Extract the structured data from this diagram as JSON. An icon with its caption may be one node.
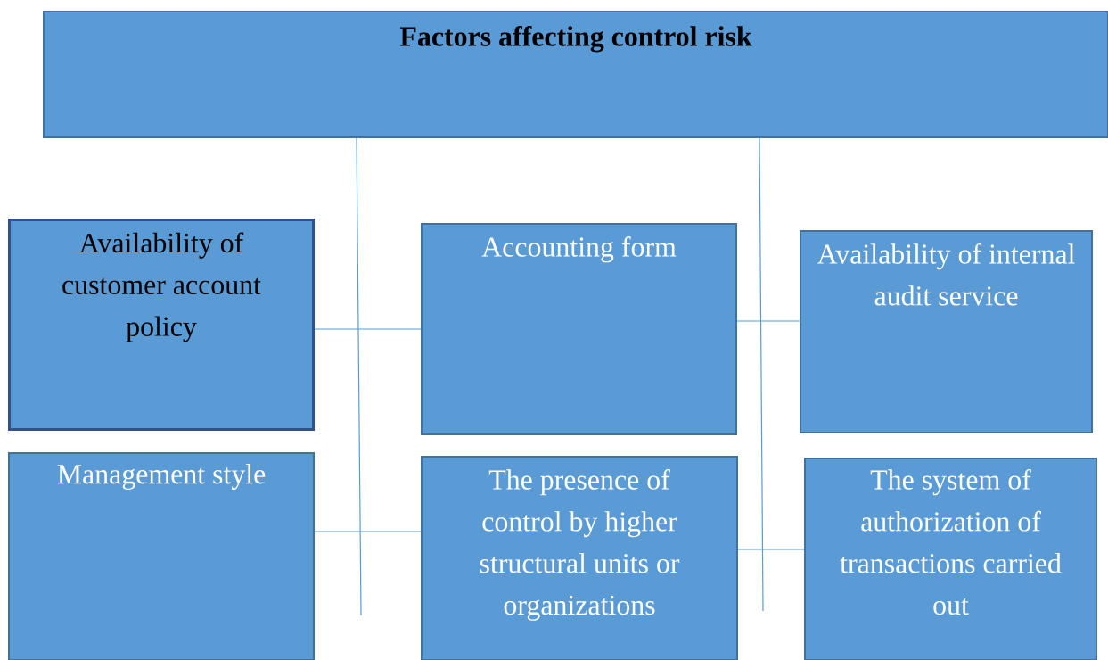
{
  "diagram": {
    "nodes": [
      {
        "text": [
          "Factors affecting control risk"
        ]
      },
      {
        "text": [
          "Availability of customer account policy"
        ]
      },
      {
        "text": [
          "Accounting form"
        ]
      },
      {
        "text": [
          "Availability of internal audit service"
        ]
      },
      {
        "text": [
          "Management style"
        ]
      },
      {
        "text": [
          "The presence of control by higher structural units or organizations"
        ]
      },
      {
        "text": [
          "The system of authorization of transactions carried out"
        ]
      }
    ],
    "edges": [
      {
        "from": 0,
        "to": null,
        "arrow": "none"
      },
      {
        "from": 0,
        "to": null,
        "arrow": "none"
      },
      {
        "from": 1,
        "to": 2,
        "arrow": "none"
      },
      {
        "from": 2,
        "to": 3,
        "arrow": "none"
      },
      {
        "from": 4,
        "to": 5,
        "arrow": "none"
      },
      {
        "from": 5,
        "to": 6,
        "arrow": "none"
      }
    ]
  }
}
